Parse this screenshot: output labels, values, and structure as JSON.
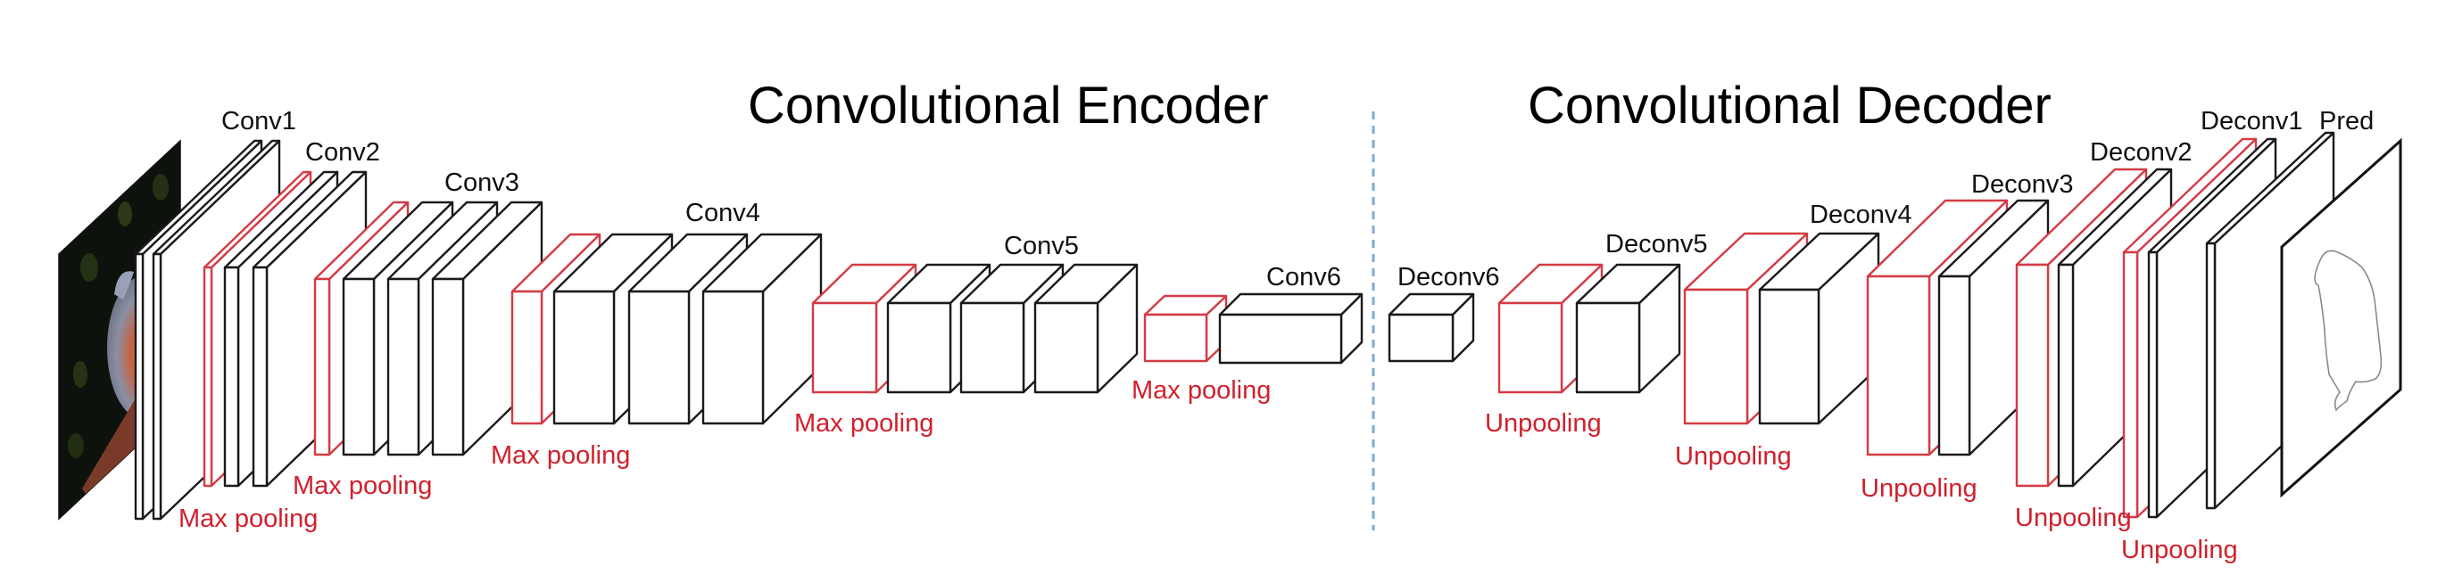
{
  "titles": {
    "encoder": "Convolutional Encoder",
    "decoder": "Convolutional Decoder"
  },
  "colors": {
    "layer_edge": "#1a1a1a",
    "pooling_edge": "#d33b44",
    "pooling_text": "#d1202c",
    "divider": "#7fa9d3"
  },
  "input": {
    "name": "input-image",
    "content": "bird photograph (colorful bird on dark foliage background)"
  },
  "output": {
    "name": "prediction",
    "content": "bird contour edge map"
  },
  "encoder": {
    "stages": [
      {
        "label": "Conv1",
        "conv_layers": 2,
        "pooling": null
      },
      {
        "label": "Conv2",
        "conv_layers": 2,
        "pooling": "Max pooling"
      },
      {
        "label": "Conv3",
        "conv_layers": 3,
        "pooling": "Max pooling"
      },
      {
        "label": "Conv4",
        "conv_layers": 3,
        "pooling": "Max pooling"
      },
      {
        "label": "Conv5",
        "conv_layers": 3,
        "pooling": "Max pooling"
      },
      {
        "label": "Conv6",
        "conv_layers": 1,
        "pooling": "Max pooling"
      }
    ],
    "pool_labels": [
      "Max pooling",
      "Max pooling",
      "Max pooling",
      "Max pooling",
      "Max pooling"
    ]
  },
  "decoder": {
    "stages": [
      {
        "label": "Deconv6",
        "layers": 1,
        "unpooling": null
      },
      {
        "label": "Deconv5",
        "layers": 1,
        "unpooling": "Unpooling"
      },
      {
        "label": "Deconv4",
        "layers": 1,
        "unpooling": "Unpooling"
      },
      {
        "label": "Deconv3",
        "layers": 1,
        "unpooling": "Unpooling"
      },
      {
        "label": "Deconv2",
        "layers": 1,
        "unpooling": "Unpooling"
      },
      {
        "label": "Deconv1",
        "layers": 2,
        "unpooling": "Unpooling"
      }
    ],
    "unpool_labels": [
      "Unpooling",
      "Unpooling",
      "Unpooling",
      "Unpooling",
      "Unpooling"
    ],
    "pred_label": "Pred"
  }
}
